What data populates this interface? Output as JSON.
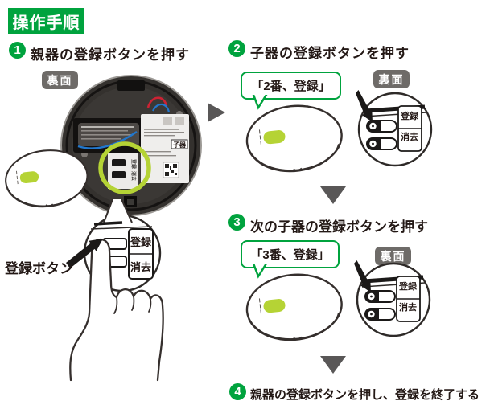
{
  "title": "操作手順",
  "steps": {
    "s1": {
      "num": "1",
      "label": "親器の登録ボタンを押す"
    },
    "s2": {
      "num": "2",
      "label": "子器の登録ボタンを押す",
      "bubble": "「2番、登録」"
    },
    "s3": {
      "num": "3",
      "label": "次の子器の登録ボタンを押す",
      "bubble": "「3番、登録」"
    },
    "s4": {
      "num": "4",
      "label": "親器の登録ボタンを押し、登録を終了する"
    }
  },
  "labels": {
    "back": "裏面",
    "register": "登録",
    "erase": "消去",
    "register_button": "登録ボタン",
    "child_unit": "子器"
  },
  "colors": {
    "green": "#00a33e",
    "lime": "#b5d335",
    "gray_arrow": "#595757",
    "badge_gray": "#6e6b68",
    "text": "#231815"
  }
}
